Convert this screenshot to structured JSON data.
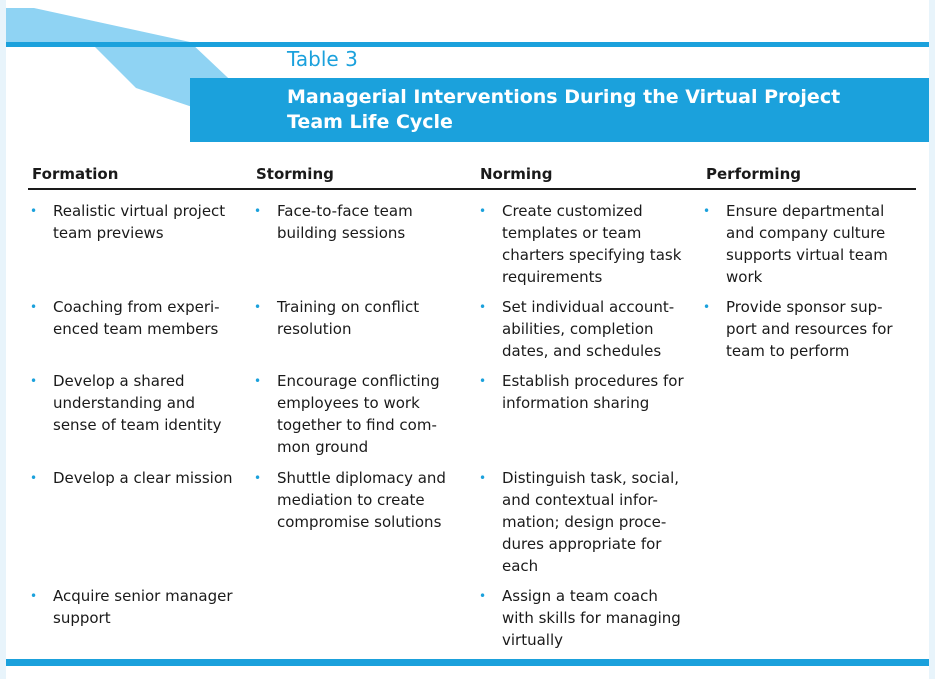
{
  "table": {
    "label": "Table 3",
    "title": "Managerial Interventions During the Virtual Project Team Life Cycle"
  },
  "columns": [
    "Formation",
    "Storming",
    "Norming",
    "Performing"
  ],
  "bullet_glyph": "•",
  "cells": {
    "formation": [
      "Realistic virtual project\nteam previews",
      "Coaching from experi-\nenced team members",
      "Develop a shared\nunderstanding and\nsense of team identity",
      "Develop a clear mission",
      "Acquire senior manager\nsupport"
    ],
    "storming": [
      "Face-to-face team\nbuilding sessions",
      "Training on conflict\nresolution",
      "Encourage conflicting\nemployees to work\ntogether to find com-\nmon ground",
      "Shuttle diplomacy and\nmediation to create\ncompromise solutions"
    ],
    "norming": [
      "Create customized\ntemplates or team\ncharters specifying task\nrequirements",
      "Set individual account-\nabilities, completion\ndates, and schedules",
      "Establish procedures for\ninformation sharing",
      "Distinguish task, social,\nand contextual infor-\nmation; design proce-\ndures appropriate for\neach",
      "Assign a team coach\nwith skills for managing\nvirtually"
    ],
    "performing": [
      "Ensure departmental\nand company culture\nsupports virtual team\nwork",
      "Provide sponsor sup-\nport and resources for\nteam to perform"
    ]
  },
  "colors": {
    "accent": "#1ba1dc",
    "accent_light": "#8fd3f3",
    "text": "#1a1a1a",
    "page_bg": "#e8f4fb"
  }
}
